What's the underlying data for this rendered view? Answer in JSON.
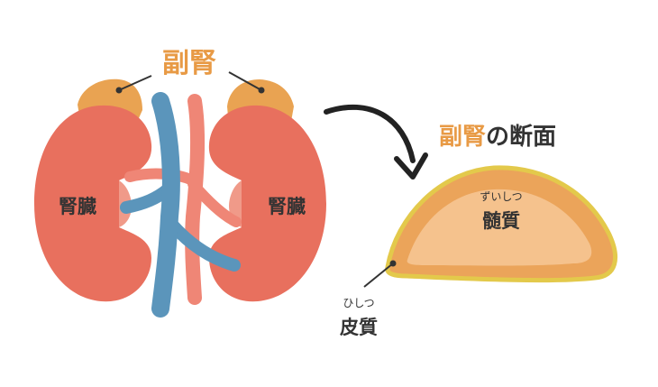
{
  "labels": {
    "adrenal": "副腎",
    "kidney_left": "腎臓",
    "kidney_right": "腎臓",
    "section_title_accent": "副腎",
    "section_title_rest": "の断面",
    "medulla": "髄質",
    "medulla_ruby": "ずいしつ",
    "cortex": "皮質",
    "cortex_ruby": "ひしつ"
  },
  "colors": {
    "kidney": "#e8705e",
    "kidney_light": "#f09a89",
    "adrenal": "#e9a352",
    "vein": "#5b95bb",
    "artery": "#ef8676",
    "accent_text": "#e89a45",
    "dark_text": "#333333",
    "cortex_fill": "#eba45a",
    "medulla_fill": "#f5c28d",
    "outline": "#e3c94b"
  }
}
